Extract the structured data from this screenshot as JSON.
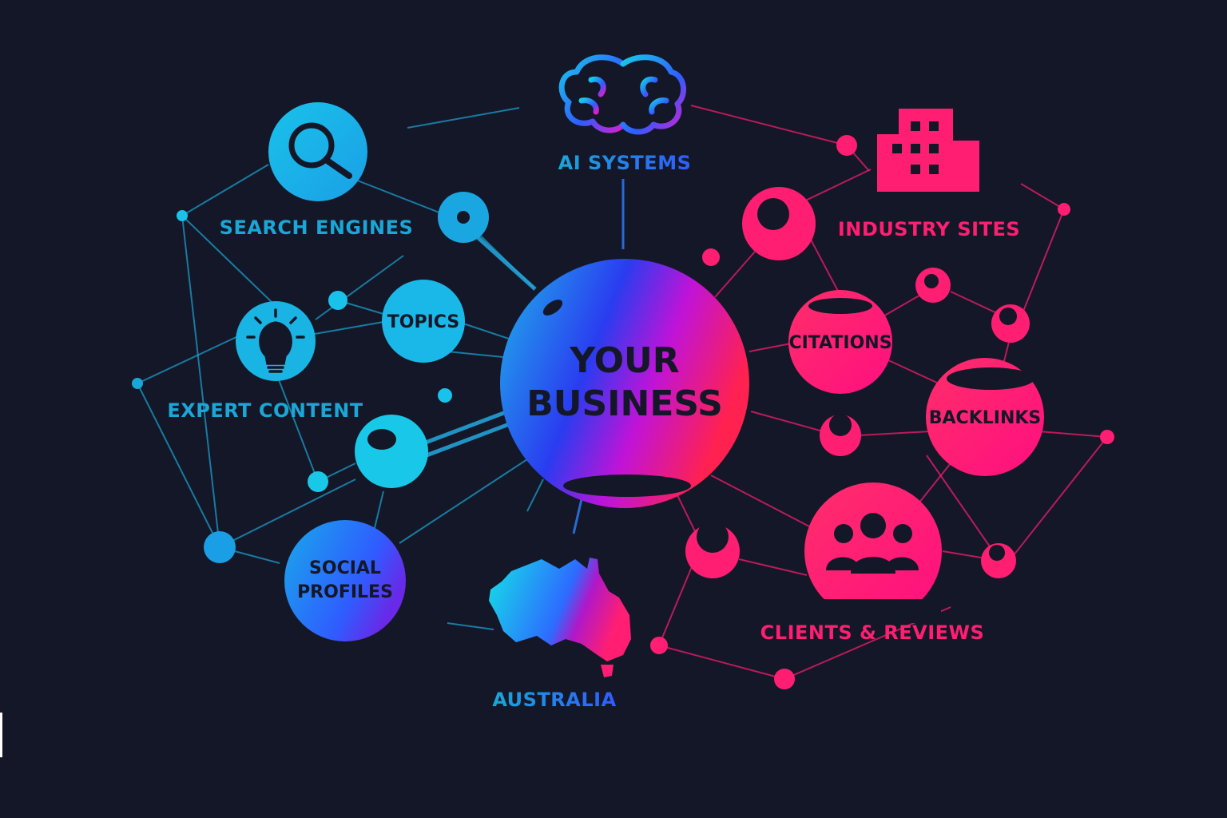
{
  "center": {
    "line1": "YOUR",
    "line2": "BUSINESS"
  },
  "labels": {
    "ai_systems": "AI SYSTEMS",
    "search_engines": "SEARCH ENGINES",
    "industry_sites": "INDUSTRY SITES",
    "topics": "TOPICS",
    "expert_content": "EXPERT CONTENT",
    "citations": "CITATIONS",
    "backlinks": "BACKLINKS",
    "social_line1": "SOCIAL",
    "social_line2": "PROFILES",
    "clients_reviews": "CLIENTS & REVIEWS",
    "australia": "AUSTRALIA"
  },
  "icons": {
    "ai_systems": "brain-icon",
    "search_engines": "magnifier-icon",
    "industry_sites": "building-icon",
    "expert_content": "lightbulb-icon",
    "clients_reviews": "people-group-icon",
    "australia": "australia-map-icon"
  },
  "colors": {
    "background": "#141727",
    "cool": "#19c8e8",
    "mid": "#2f5cff",
    "warm": "#ff1e72",
    "dark_text": "#141727"
  }
}
